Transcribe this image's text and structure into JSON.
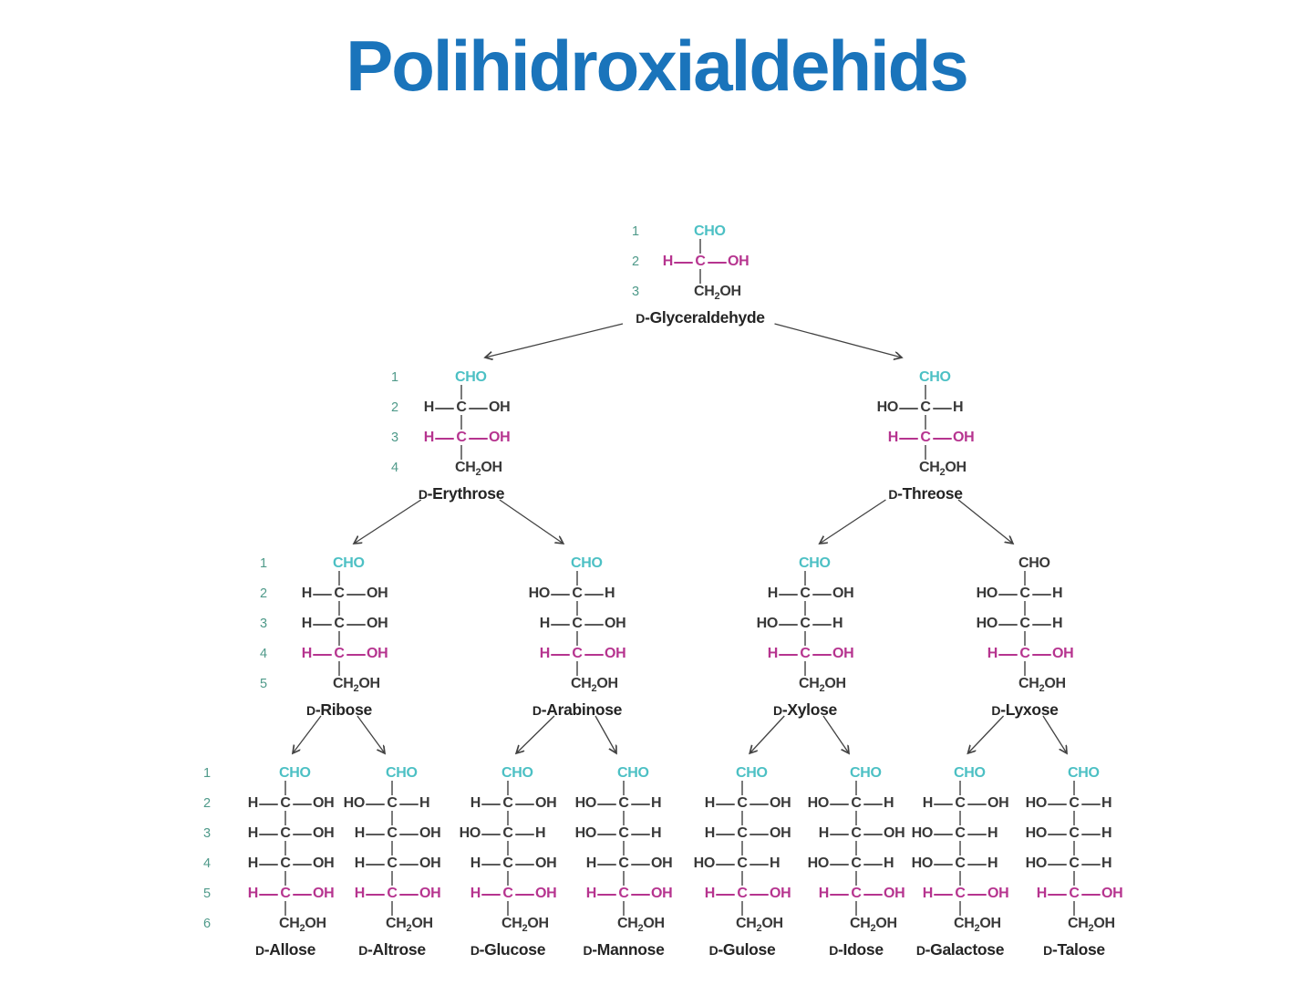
{
  "title": "Polihidroxialdehids",
  "colors": {
    "title_blue": "#1a74bb",
    "cho_cyan": "#4cc0c4",
    "chiral_magenta": "#b6348f",
    "carbon_number_teal": "#4f9a8a",
    "structure_text": "#383838"
  },
  "carbon_numbers": [
    {
      "level": 1,
      "labels": [
        "1",
        "2",
        "3"
      ]
    },
    {
      "level": 2,
      "labels": [
        "1",
        "2",
        "3",
        "4"
      ]
    },
    {
      "level": 3,
      "labels": [
        "1",
        "2",
        "3",
        "4",
        "5"
      ]
    },
    {
      "level": 4,
      "labels": [
        "1",
        "2",
        "3",
        "4",
        "5",
        "6"
      ]
    }
  ],
  "sugars": [
    {
      "id": "glyceraldehyde",
      "name": "D-Glyceraldehyde",
      "cho_color": "cyan",
      "rows": [
        {
          "type": "cho",
          "text": "CHO"
        },
        {
          "type": "chiral",
          "left": "H",
          "center": "C",
          "right": "OH",
          "highlight": true
        },
        {
          "type": "terminal",
          "text": "CH2OH"
        }
      ],
      "children": [
        "erythrose",
        "threose"
      ]
    },
    {
      "id": "erythrose",
      "name": "D-Erythrose",
      "cho_color": "cyan",
      "rows": [
        {
          "type": "cho",
          "text": "CHO"
        },
        {
          "type": "chiral",
          "left": "H",
          "center": "C",
          "right": "OH",
          "highlight": false
        },
        {
          "type": "chiral",
          "left": "H",
          "center": "C",
          "right": "OH",
          "highlight": true
        },
        {
          "type": "terminal",
          "text": "CH2OH"
        }
      ],
      "children": [
        "ribose",
        "arabinose"
      ]
    },
    {
      "id": "threose",
      "name": "D-Threose",
      "cho_color": "cyan",
      "rows": [
        {
          "type": "cho",
          "text": "CHO"
        },
        {
          "type": "chiral",
          "left": "HO",
          "center": "C",
          "right": "H",
          "highlight": false
        },
        {
          "type": "chiral",
          "left": "H",
          "center": "C",
          "right": "OH",
          "highlight": true
        },
        {
          "type": "terminal",
          "text": "CH2OH"
        }
      ],
      "children": [
        "xylose",
        "lyxose"
      ]
    },
    {
      "id": "ribose",
      "name": "D-Ribose",
      "cho_color": "cyan",
      "rows": [
        {
          "type": "cho",
          "text": "CHO"
        },
        {
          "type": "chiral",
          "left": "H",
          "center": "C",
          "right": "OH",
          "highlight": false
        },
        {
          "type": "chiral",
          "left": "H",
          "center": "C",
          "right": "OH",
          "highlight": false
        },
        {
          "type": "chiral",
          "left": "H",
          "center": "C",
          "right": "OH",
          "highlight": true
        },
        {
          "type": "terminal",
          "text": "CH2OH"
        }
      ],
      "children": [
        "allose",
        "altrose"
      ]
    },
    {
      "id": "arabinose",
      "name": "D-Arabinose",
      "cho_color": "cyan",
      "rows": [
        {
          "type": "cho",
          "text": "CHO"
        },
        {
          "type": "chiral",
          "left": "HO",
          "center": "C",
          "right": "H",
          "highlight": false
        },
        {
          "type": "chiral",
          "left": "H",
          "center": "C",
          "right": "OH",
          "highlight": false
        },
        {
          "type": "chiral",
          "left": "H",
          "center": "C",
          "right": "OH",
          "highlight": true
        },
        {
          "type": "terminal",
          "text": "CH2OH"
        }
      ],
      "children": [
        "glucose",
        "mannose"
      ]
    },
    {
      "id": "xylose",
      "name": "D-Xylose",
      "cho_color": "cyan",
      "rows": [
        {
          "type": "cho",
          "text": "CHO"
        },
        {
          "type": "chiral",
          "left": "H",
          "center": "C",
          "right": "OH",
          "highlight": false
        },
        {
          "type": "chiral",
          "left": "HO",
          "center": "C",
          "right": "H",
          "highlight": false
        },
        {
          "type": "chiral",
          "left": "H",
          "center": "C",
          "right": "OH",
          "highlight": true
        },
        {
          "type": "terminal",
          "text": "CH2OH"
        }
      ],
      "children": [
        "gulose",
        "idose"
      ]
    },
    {
      "id": "lyxose",
      "name": "D-Lyxose",
      "cho_color": "black",
      "rows": [
        {
          "type": "cho",
          "text": "CHO"
        },
        {
          "type": "chiral",
          "left": "HO",
          "center": "C",
          "right": "H",
          "highlight": false
        },
        {
          "type": "chiral",
          "left": "HO",
          "center": "C",
          "right": "H",
          "highlight": false
        },
        {
          "type": "chiral",
          "left": "H",
          "center": "C",
          "right": "OH",
          "highlight": true
        },
        {
          "type": "terminal",
          "text": "CH2OH"
        }
      ],
      "children": [
        "galactose",
        "talose"
      ]
    },
    {
      "id": "allose",
      "name": "D-Allose",
      "cho_color": "cyan",
      "rows": [
        {
          "type": "cho",
          "text": "CHO"
        },
        {
          "type": "chiral",
          "left": "H",
          "center": "C",
          "right": "OH",
          "highlight": false
        },
        {
          "type": "chiral",
          "left": "H",
          "center": "C",
          "right": "OH",
          "highlight": false
        },
        {
          "type": "chiral",
          "left": "H",
          "center": "C",
          "right": "OH",
          "highlight": false
        },
        {
          "type": "chiral",
          "left": "H",
          "center": "C",
          "right": "OH",
          "highlight": true
        },
        {
          "type": "terminal",
          "text": "CH2OH"
        }
      ],
      "children": []
    },
    {
      "id": "altrose",
      "name": "D-Altrose",
      "cho_color": "cyan",
      "rows": [
        {
          "type": "cho",
          "text": "CHO"
        },
        {
          "type": "chiral",
          "left": "HO",
          "center": "C",
          "right": "H",
          "highlight": false
        },
        {
          "type": "chiral",
          "left": "H",
          "center": "C",
          "right": "OH",
          "highlight": false
        },
        {
          "type": "chiral",
          "left": "H",
          "center": "C",
          "right": "OH",
          "highlight": false
        },
        {
          "type": "chiral",
          "left": "H",
          "center": "C",
          "right": "OH",
          "highlight": true
        },
        {
          "type": "terminal",
          "text": "CH2OH"
        }
      ],
      "children": []
    },
    {
      "id": "glucose",
      "name": "D-Glucose",
      "cho_color": "cyan",
      "rows": [
        {
          "type": "cho",
          "text": "CHO"
        },
        {
          "type": "chiral",
          "left": "H",
          "center": "C",
          "right": "OH",
          "highlight": false
        },
        {
          "type": "chiral",
          "left": "HO",
          "center": "C",
          "right": "H",
          "highlight": false
        },
        {
          "type": "chiral",
          "left": "H",
          "center": "C",
          "right": "OH",
          "highlight": false
        },
        {
          "type": "chiral",
          "left": "H",
          "center": "C",
          "right": "OH",
          "highlight": true
        },
        {
          "type": "terminal",
          "text": "CH2OH"
        }
      ],
      "children": []
    },
    {
      "id": "mannose",
      "name": "D-Mannose",
      "cho_color": "cyan",
      "rows": [
        {
          "type": "cho",
          "text": "CHO"
        },
        {
          "type": "chiral",
          "left": "HO",
          "center": "C",
          "right": "H",
          "highlight": false
        },
        {
          "type": "chiral",
          "left": "HO",
          "center": "C",
          "right": "H",
          "highlight": false
        },
        {
          "type": "chiral",
          "left": "H",
          "center": "C",
          "right": "OH",
          "highlight": false
        },
        {
          "type": "chiral",
          "left": "H",
          "center": "C",
          "right": "OH",
          "highlight": true
        },
        {
          "type": "terminal",
          "text": "CH2OH"
        }
      ],
      "children": []
    },
    {
      "id": "gulose",
      "name": "D-Gulose",
      "cho_color": "cyan",
      "rows": [
        {
          "type": "cho",
          "text": "CHO"
        },
        {
          "type": "chiral",
          "left": "H",
          "center": "C",
          "right": "OH",
          "highlight": false
        },
        {
          "type": "chiral",
          "left": "H",
          "center": "C",
          "right": "OH",
          "highlight": false
        },
        {
          "type": "chiral",
          "left": "HO",
          "center": "C",
          "right": "H",
          "highlight": false
        },
        {
          "type": "chiral",
          "left": "H",
          "center": "C",
          "right": "OH",
          "highlight": true
        },
        {
          "type": "terminal",
          "text": "CH2OH"
        }
      ],
      "children": []
    },
    {
      "id": "idose",
      "name": "D-Idose",
      "cho_color": "cyan",
      "rows": [
        {
          "type": "cho",
          "text": "CHO"
        },
        {
          "type": "chiral",
          "left": "HO",
          "center": "C",
          "right": "H",
          "highlight": false
        },
        {
          "type": "chiral",
          "left": "H",
          "center": "C",
          "right": "OH",
          "highlight": false
        },
        {
          "type": "chiral",
          "left": "HO",
          "center": "C",
          "right": "H",
          "highlight": false
        },
        {
          "type": "chiral",
          "left": "H",
          "center": "C",
          "right": "OH",
          "highlight": true
        },
        {
          "type": "terminal",
          "text": "CH2OH"
        }
      ],
      "children": []
    },
    {
      "id": "galactose",
      "name": "D-Galactose",
      "cho_color": "cyan",
      "rows": [
        {
          "type": "cho",
          "text": "CHO"
        },
        {
          "type": "chiral",
          "left": "H",
          "center": "C",
          "right": "OH",
          "highlight": false
        },
        {
          "type": "chiral",
          "left": "HO",
          "center": "C",
          "right": "H",
          "highlight": false
        },
        {
          "type": "chiral",
          "left": "HO",
          "center": "C",
          "right": "H",
          "highlight": false
        },
        {
          "type": "chiral",
          "left": "H",
          "center": "C",
          "right": "OH",
          "highlight": true
        },
        {
          "type": "terminal",
          "text": "CH2OH"
        }
      ],
      "children": []
    },
    {
      "id": "talose",
      "name": "D-Talose",
      "cho_color": "cyan",
      "rows": [
        {
          "type": "cho",
          "text": "CHO"
        },
        {
          "type": "chiral",
          "left": "HO",
          "center": "C",
          "right": "H",
          "highlight": false
        },
        {
          "type": "chiral",
          "left": "HO",
          "center": "C",
          "right": "H",
          "highlight": false
        },
        {
          "type": "chiral",
          "left": "HO",
          "center": "C",
          "right": "H",
          "highlight": false
        },
        {
          "type": "chiral",
          "left": "H",
          "center": "C",
          "right": "OH",
          "highlight": true
        },
        {
          "type": "terminal",
          "text": "CH2OH"
        }
      ],
      "children": []
    }
  ]
}
